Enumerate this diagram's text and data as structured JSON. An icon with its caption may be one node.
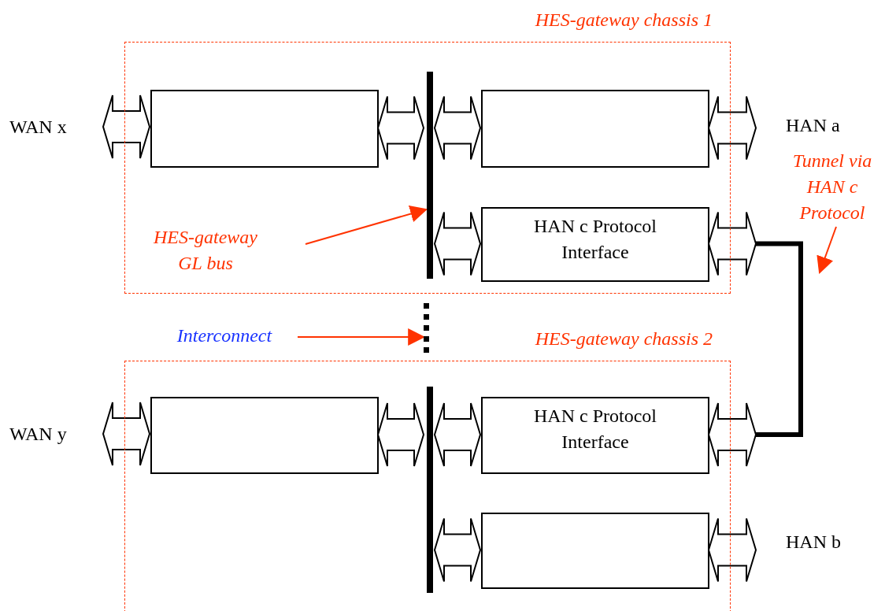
{
  "diagram": {
    "nodes": [
      {
        "text": [
          "HES-gateway chassis 1"
        ]
      },
      {
        "text": [],
        "shape": "box",
        "in": 0
      },
      {
        "text": [],
        "shape": "box",
        "in": 0
      },
      {
        "text": [
          "HAN c Protocol Interface"
        ],
        "in": 0
      },
      {
        "text": [],
        "shape": "bar",
        "in": 0
      },
      {
        "text": [
          "HES-gateway chassis 2"
        ]
      },
      {
        "text": [],
        "shape": "box",
        "in": 5
      },
      {
        "text": [
          "HAN c Protocol Interface"
        ],
        "in": 5
      },
      {
        "text": [],
        "shape": "box",
        "in": 5
      },
      {
        "text": [],
        "shape": "bar",
        "in": 5
      },
      {
        "text": [
          "WAN x"
        ]
      },
      {
        "text": [
          "WAN y"
        ]
      },
      {
        "text": [
          "HAN a"
        ]
      },
      {
        "text": [
          "HAN b"
        ]
      },
      {
        "text": [
          "HES-gateway GL bus"
        ],
        "in": 0
      },
      {
        "text": [
          "Interconnect"
        ]
      },
      {
        "text": [],
        "shape": "bar"
      },
      {
        "text": [
          "Tunnel via HAN c Protocol"
        ]
      }
    ],
    "edges": [
      {
        "from": 10,
        "to": 1,
        "arrow": "both"
      },
      {
        "from": 1,
        "to": 4,
        "arrow": "both"
      },
      {
        "from": 4,
        "to": 2,
        "arrow": "both"
      },
      {
        "from": 2,
        "to": 12,
        "arrow": "both"
      },
      {
        "from": 4,
        "to": 3,
        "arrow": "both"
      },
      {
        "from": 3,
        "to": null,
        "arrow": "both"
      },
      {
        "from": 11,
        "to": 6,
        "arrow": "both"
      },
      {
        "from": 6,
        "to": 9,
        "arrow": "both"
      },
      {
        "from": 9,
        "to": 7,
        "arrow": "both"
      },
      {
        "from": 7,
        "to": null,
        "arrow": "both"
      },
      {
        "from": 9,
        "to": 8,
        "arrow": "both"
      },
      {
        "from": 8,
        "to": 13,
        "arrow": "both"
      },
      {
        "from": 3,
        "to": 7,
        "arrow": "none",
        "style": "thick",
        "color": "#000000"
      },
      {
        "from": 14,
        "to": 4,
        "arrow": "to",
        "color": "#ff3300"
      },
      {
        "from": 15,
        "to": 16,
        "arrow": "to",
        "color": "#ff3300"
      },
      {
        "from": 17,
        "to": null,
        "arrow": "to",
        "color": "#ff3300"
      }
    ]
  }
}
